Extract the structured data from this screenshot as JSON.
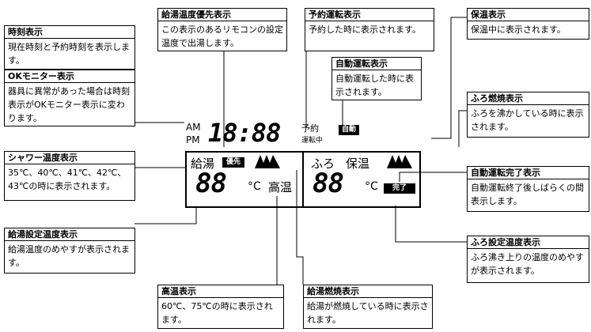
{
  "callouts": {
    "clock": {
      "title": "時刻表示",
      "body": "現在時刻と予約時刻を表示します。"
    },
    "ok_monitor": {
      "title": "OKモニター表示",
      "body": "器具に異常があった場合は時刻表示がOKモニター表示に変わります。"
    },
    "shower": {
      "title": "シャワー温度表示",
      "body": "35℃、40℃、41℃、42℃、43℃の時に表示されます。"
    },
    "supply_temp_setting": {
      "title": "給湯設定温度表示",
      "body": "給湯温度のめやすが表示されます。"
    },
    "supply_priority": {
      "title": "給湯温度優先表示",
      "body": "この表示のあるリモコンの設定温度で出湯します。"
    },
    "reservation": {
      "title": "予約運転表示",
      "body": "予約した時に表示されます。"
    },
    "auto_run": {
      "title": "自動運転表示",
      "body": "自動運転した時に表示されます。"
    },
    "keep_warm": {
      "title": "保温表示",
      "body": "保温中に表示されます。"
    },
    "bath_burning": {
      "title": "ふろ燃焼表示",
      "body": "ふろを沸かしている時に表示されます。"
    },
    "auto_complete": {
      "title": "自動運転完了表示",
      "body": "自動運転終了後しばらくの間表示します。"
    },
    "bath_temp_setting": {
      "title": "ふろ設定温度表示",
      "body": "ふろ沸き上りの温度のめやすが表示されます。"
    },
    "high_temp": {
      "title": "高温表示",
      "body": "60℃、75℃の時に表示されます。"
    },
    "supply_burning": {
      "title": "給湯燃焼表示",
      "body": "給湯が燃焼している時に表示されます。"
    }
  },
  "display": {
    "am": "AM",
    "pm": "PM",
    "time_digits": "18:88",
    "yoyaku": "予約",
    "unten_chu": "運転中",
    "auto_badge": "自動",
    "kyuto": "給湯",
    "yusen_badge": "優先",
    "supply_temp": "88",
    "supply_unit": "°C",
    "koon": "高温",
    "furo": "ふろ",
    "hoon": "保温",
    "bath_temp": "88",
    "bath_unit": "°C",
    "complete_badge": "完了"
  }
}
